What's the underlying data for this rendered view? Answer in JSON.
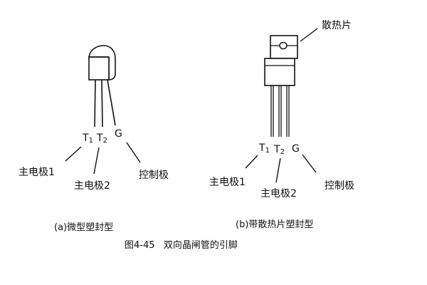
{
  "left": {
    "pin_t": "T",
    "pin_t1_sub": "1",
    "pin_t2_sub": "2",
    "pin_g": "G",
    "main_electrode_1": "主电极1",
    "main_electrode_2": "主电极2",
    "gate": "控制极",
    "caption": "(a)微型塑封型"
  },
  "right": {
    "heatsink": "散热片",
    "pin_t": "T",
    "pin_t1_sub": "1",
    "pin_t2_sub": "2",
    "pin_g": "G",
    "main_electrode_1": "主电极1",
    "main_electrode_2": "主电极2",
    "gate": "控制极",
    "caption": "(b)带散热片塑封型"
  },
  "figure_title": "图4-45   双向晶闸管的引脚"
}
